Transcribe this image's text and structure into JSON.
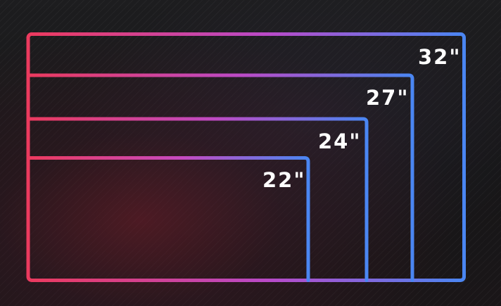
{
  "diagram": {
    "labels": {
      "size_32": "32\"",
      "size_27": "27\"",
      "size_24": "24\"",
      "size_22": "22\""
    },
    "colors": {
      "gradient_left": "#ec3a5e",
      "gradient_mid": "#c348c4",
      "gradient_right": "#4a86f2",
      "background": "#161617",
      "label_text": "#ffffff"
    }
  }
}
